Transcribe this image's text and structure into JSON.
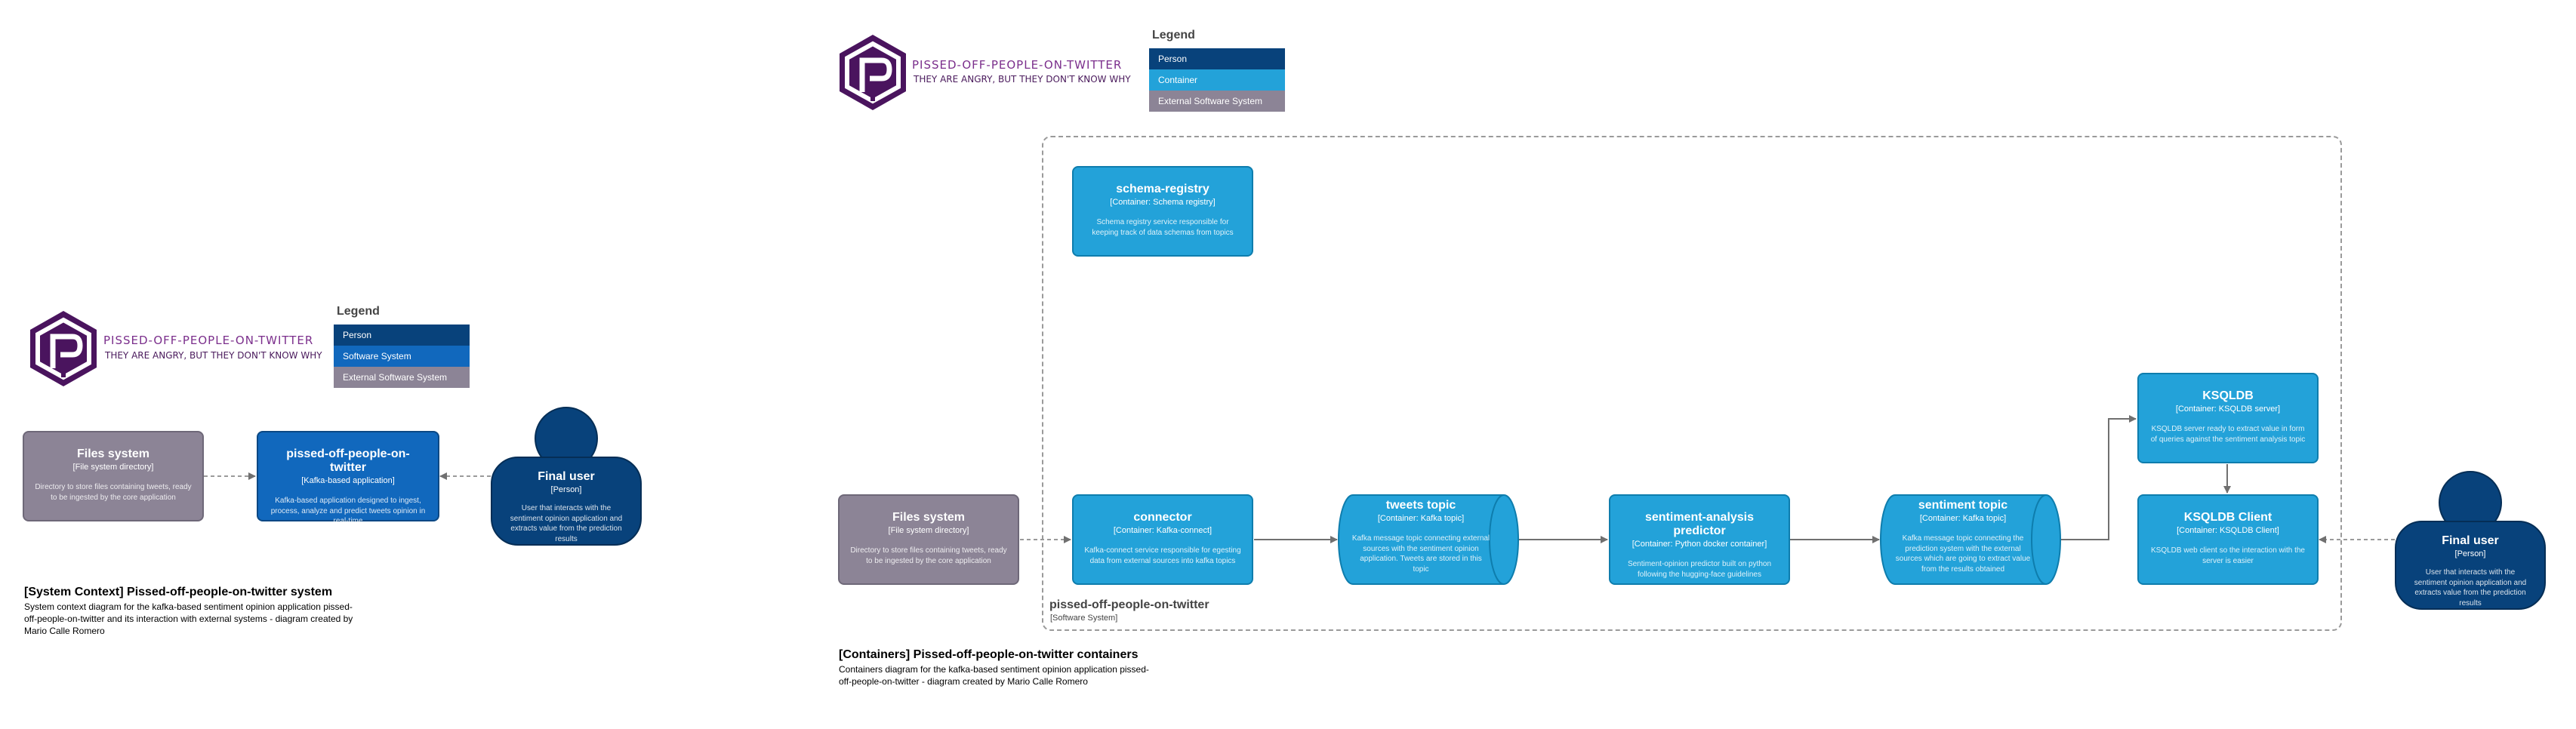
{
  "brand": {
    "name": "PISSED-OFF-PEOPLE-ON-TWITTER",
    "tagline": "THEY ARE ANGRY, BUT THEY DON'T KNOW WHY",
    "colors": {
      "primary": "#6b2a7f",
      "dark": "#3d1049"
    }
  },
  "legend_title": "Legend",
  "colors": {
    "person": "#08427b",
    "software_system": "#1168bd",
    "container": "#23a2d9",
    "external": "#8c8496",
    "arrow": "#707070"
  },
  "context_diagram": {
    "legend_items": [
      "Person",
      "Software System",
      "External Software System"
    ],
    "files": {
      "title": "Files system",
      "type": "[File system directory]",
      "desc": "Directory to store files containing tweets, ready to be ingested by the core application"
    },
    "app": {
      "title": "pissed-off-people-on-twitter",
      "type": "[Kafka-based application]",
      "desc": "Kafka-based application designed to ingest, process, analyze and predict tweets opinion in real-time"
    },
    "user": {
      "title": "Final user",
      "type": "[Person]",
      "desc": "User that interacts with the sentiment opinion application and extracts value from the prediction results"
    },
    "caption_title": "[System Context] Pissed-off-people-on-twitter system",
    "caption_desc": "System context diagram for the kafka-based sentiment opinion application pissed-off-people-on-twitter and its interaction with external systems - diagram created by Mario Calle Romero"
  },
  "container_diagram": {
    "legend_items": [
      "Person",
      "Container",
      "External Software System"
    ],
    "schema": {
      "title": "schema-registry",
      "type": "[Container: Schema registry]",
      "desc": "Schema registry service responsible for keeping track of data schemas from topics"
    },
    "files": {
      "title": "Files system",
      "type": "[File system directory]",
      "desc": "Directory to store files containing tweets, ready to be ingested by the core application"
    },
    "connector": {
      "title": "connector",
      "type": "[Container: Kafka-connect]",
      "desc": "Kafka-connect service responsible for egesting data from external sources into kafka topics"
    },
    "tweets_topic": {
      "title": "tweets topic",
      "type": "[Container: Kafka topic]",
      "desc": "Kafka message topic connecting external sources with the sentiment opinion application. Tweets are stored in this topic"
    },
    "predictor": {
      "title": "sentiment-analysis predictor",
      "type": "[Container: Python docker container]",
      "desc": "Sentiment-opinion predictor built on python following the hugging-face guidelines"
    },
    "sentiment_topic": {
      "title": "sentiment topic",
      "type": "[Container: Kafka topic]",
      "desc": "Kafka message topic connecting the prediction system with the external sources which are going to extract value from the results obtained"
    },
    "ksqldb": {
      "title": "KSQLDB",
      "type": "[Container: KSQLDB server]",
      "desc": "KSQLDB server ready to extract value in form of queries against the sentiment analysis topic"
    },
    "ksqldb_client": {
      "title": "KSQLDB Client",
      "type": "[Container: KSQLDB Client]",
      "desc": "KSQLDB web client so the interaction with the server is easier"
    },
    "user": {
      "title": "Final user",
      "type": "[Person]",
      "desc": "User that interacts with the sentiment opinion application and extracts value from the prediction results"
    },
    "boundary_title": "pissed-off-people-on-twitter",
    "boundary_type": "[Software System]",
    "caption_title": "[Containers] Pissed-off-people-on-twitter containers",
    "caption_desc": "Containers diagram for the kafka-based sentiment opinion application pissed-off-people-on-twitter - diagram created by Mario Calle Romero"
  }
}
